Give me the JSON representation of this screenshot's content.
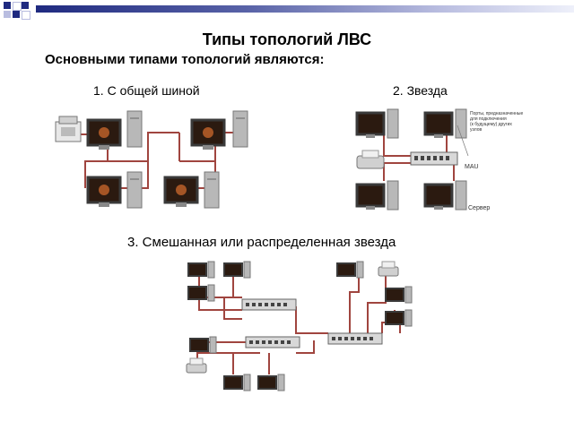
{
  "slide": {
    "title": "Типы топологий ЛВС",
    "subtitle": "Основными типами топологий являются:"
  },
  "sections": {
    "bus_label": "1. С общей шиной",
    "star_label": "2. Звезда",
    "mixed_label": "3. Смешанная или распределенная звезда"
  },
  "star_diagram": {
    "ports_note": [
      "Порты, предназначенные",
      "для подключения",
      "(к будущему) других",
      "узлов"
    ],
    "mau_label": "MAU",
    "server_label": "Сервер"
  },
  "colors": {
    "cable": "#a0453f",
    "monitor_frame": "#3a3a3a",
    "screen": "#2b1a10",
    "case": "#b8b8b8",
    "band_dark": "#1f2a80"
  }
}
